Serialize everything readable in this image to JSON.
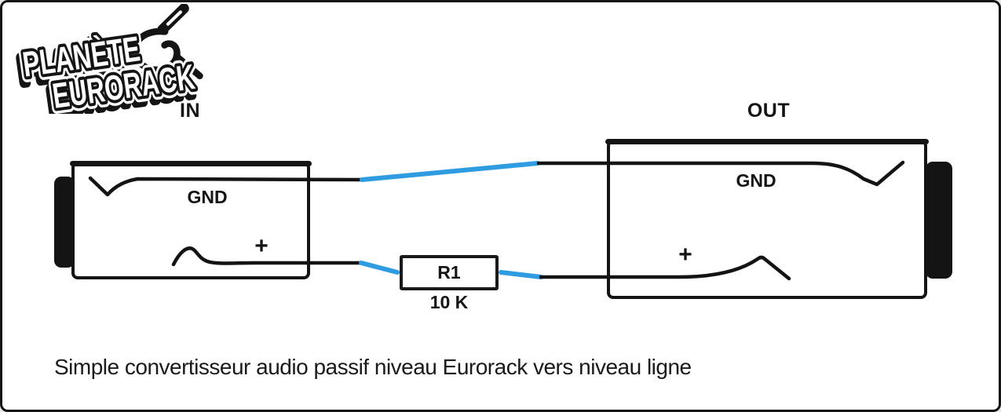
{
  "logo": {
    "line1": "PLANÈTE",
    "line2": "EURORACK",
    "icon": "jack-cable-icon"
  },
  "in_section": {
    "label": "IN",
    "gnd": "GND",
    "plus": "+"
  },
  "out_section": {
    "label": "OUT",
    "gnd": "GND",
    "plus": "+"
  },
  "resistor": {
    "designator": "R1",
    "value": "10 K"
  },
  "caption": "Simple convertisseur audio passif niveau Eurorack vers niveau ligne",
  "colors": {
    "wire_black": "#141414",
    "wire_blue": "#2f9ce2",
    "background": "#ffffff",
    "border": "#141414"
  }
}
